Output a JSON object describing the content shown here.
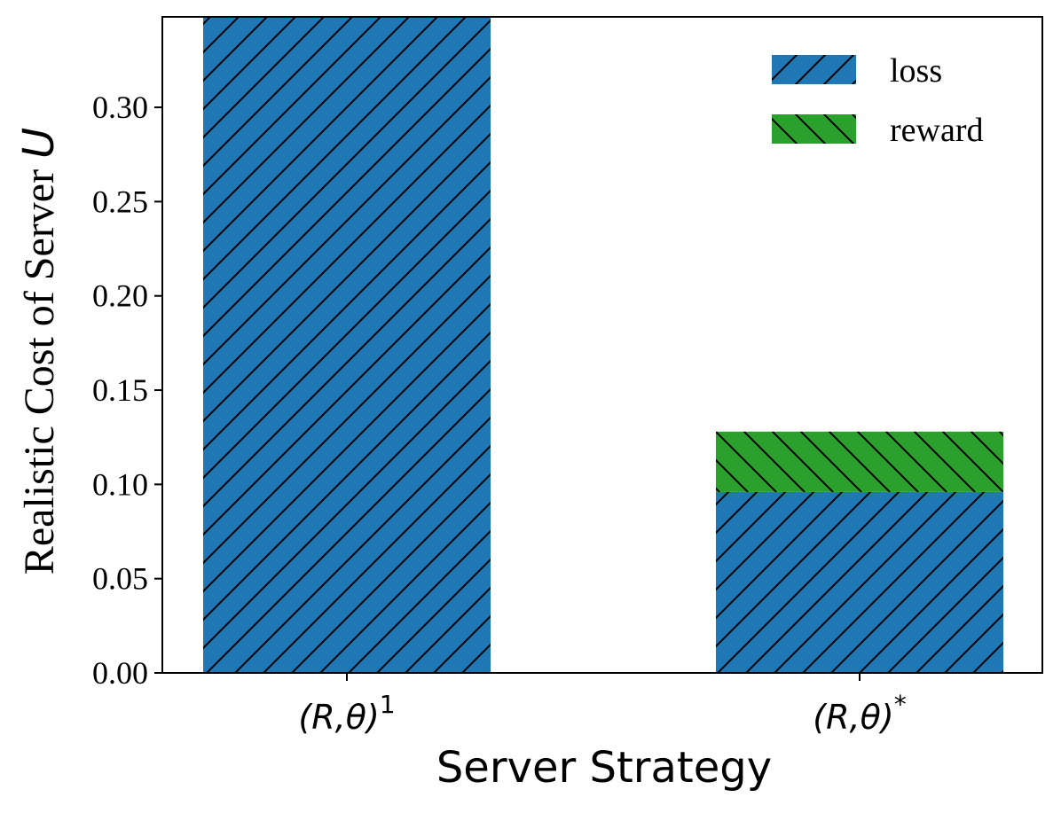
{
  "chart_data": {
    "type": "bar",
    "stacked": true,
    "categories": [
      "(R, θ)¹",
      "(R, θ)*"
    ],
    "category_labels": [
      {
        "base": "(R,θ)",
        "sup": "1"
      },
      {
        "base": "(R,θ)",
        "sup": "*"
      }
    ],
    "series": [
      {
        "name": "loss",
        "values": [
          0.35,
          0.096
        ],
        "color": "#1f77b4",
        "hatch": "forward-diagonal"
      },
      {
        "name": "reward",
        "values": [
          0.0,
          0.032
        ],
        "color": "#2ca02c",
        "hatch": "backward-diagonal"
      }
    ],
    "xlabel": "Server Strategy",
    "ylabel": {
      "text": "Realistic Cost of Server ",
      "var": "U"
    },
    "ylim": [
      0,
      0.348
    ],
    "yticks": [
      "0.00",
      "0.05",
      "0.10",
      "0.15",
      "0.20",
      "0.25",
      "0.30"
    ],
    "grid": false,
    "legend_position": "upper right"
  }
}
